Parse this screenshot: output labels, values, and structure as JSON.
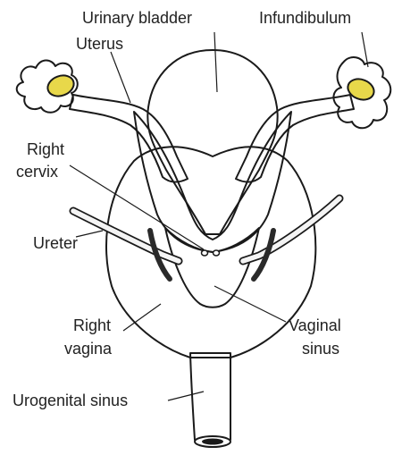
{
  "labels": {
    "urinary_bladder": "Urinary bladder",
    "infundibulum": "Infundibulum",
    "uterus": "Uterus",
    "right_cervix_line1": "Right",
    "right_cervix_line2": "cervix",
    "ureter": "Ureter",
    "right_vagina_line1": "Right",
    "right_vagina_line2": "vagina",
    "vaginal_sinus_line1": "Vaginal",
    "vaginal_sinus_line2": "sinus",
    "urogenital_sinus": "Urogenital sinus"
  },
  "colors": {
    "ovary": "#e8d84a",
    "stipple_light": "#cfcfcf",
    "stipple_dark": "#6e6e6e",
    "outline": "#1a1a1a",
    "label_text": "#222222"
  }
}
